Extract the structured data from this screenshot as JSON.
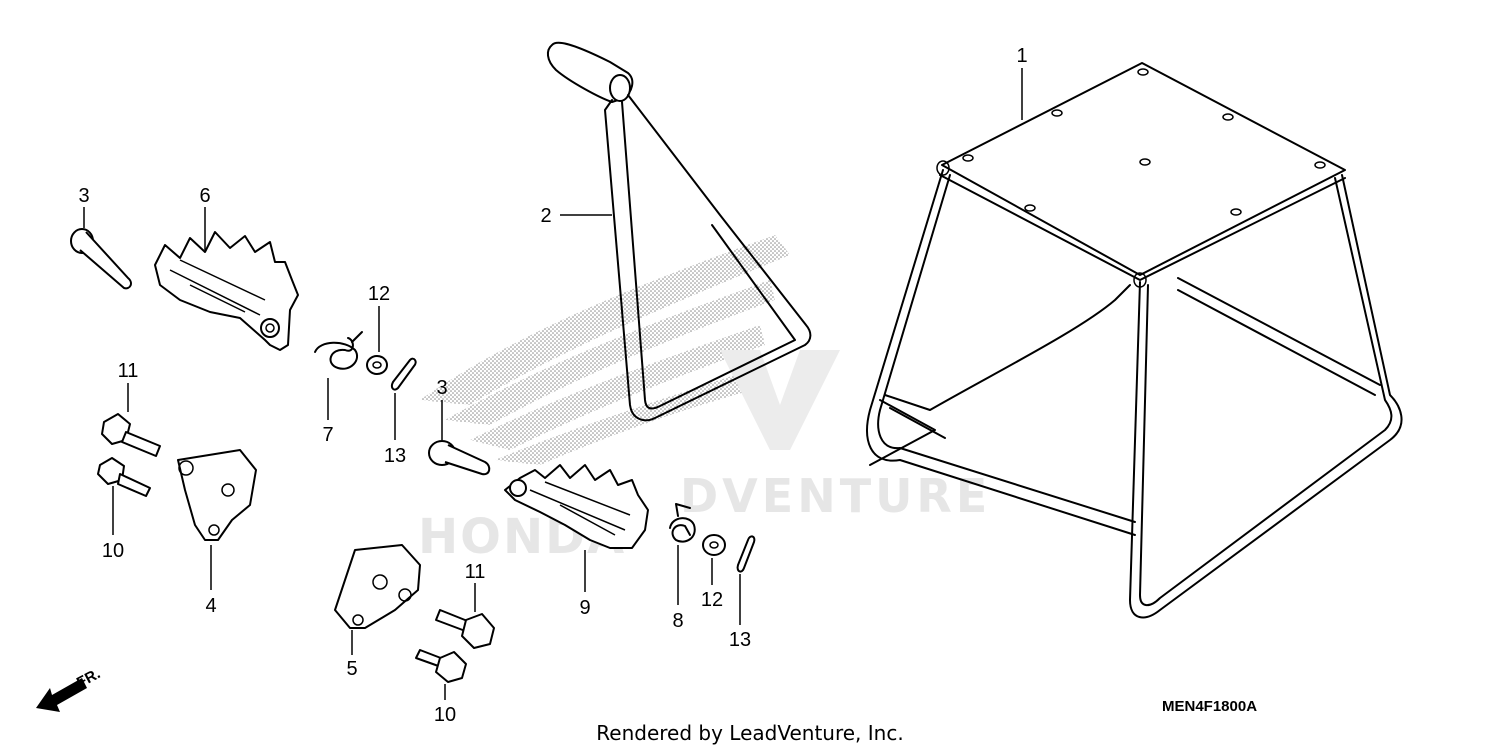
{
  "diagram": {
    "callouts": [
      {
        "id": "c1",
        "label": "1"
      },
      {
        "id": "c2",
        "label": "2"
      },
      {
        "id": "c3a",
        "label": "3"
      },
      {
        "id": "c6",
        "label": "6"
      },
      {
        "id": "c12a",
        "label": "12"
      },
      {
        "id": "c11a",
        "label": "11"
      },
      {
        "id": "c7",
        "label": "7"
      },
      {
        "id": "c13a",
        "label": "13"
      },
      {
        "id": "c3b",
        "label": "3"
      },
      {
        "id": "c10a",
        "label": "10"
      },
      {
        "id": "c4",
        "label": "4"
      },
      {
        "id": "c11b",
        "label": "11"
      },
      {
        "id": "c5",
        "label": "5"
      },
      {
        "id": "c10b",
        "label": "10"
      },
      {
        "id": "c9",
        "label": "9"
      },
      {
        "id": "c8",
        "label": "8"
      },
      {
        "id": "c12b",
        "label": "12"
      },
      {
        "id": "c13b",
        "label": "13"
      }
    ],
    "front_indicator": "FR.",
    "diagram_code": "MEN4F1800A",
    "render_note": "Rendered by LeadVenture, Inc.",
    "watermark_brand": "HONDA",
    "watermark_text": "DVENTURE"
  }
}
